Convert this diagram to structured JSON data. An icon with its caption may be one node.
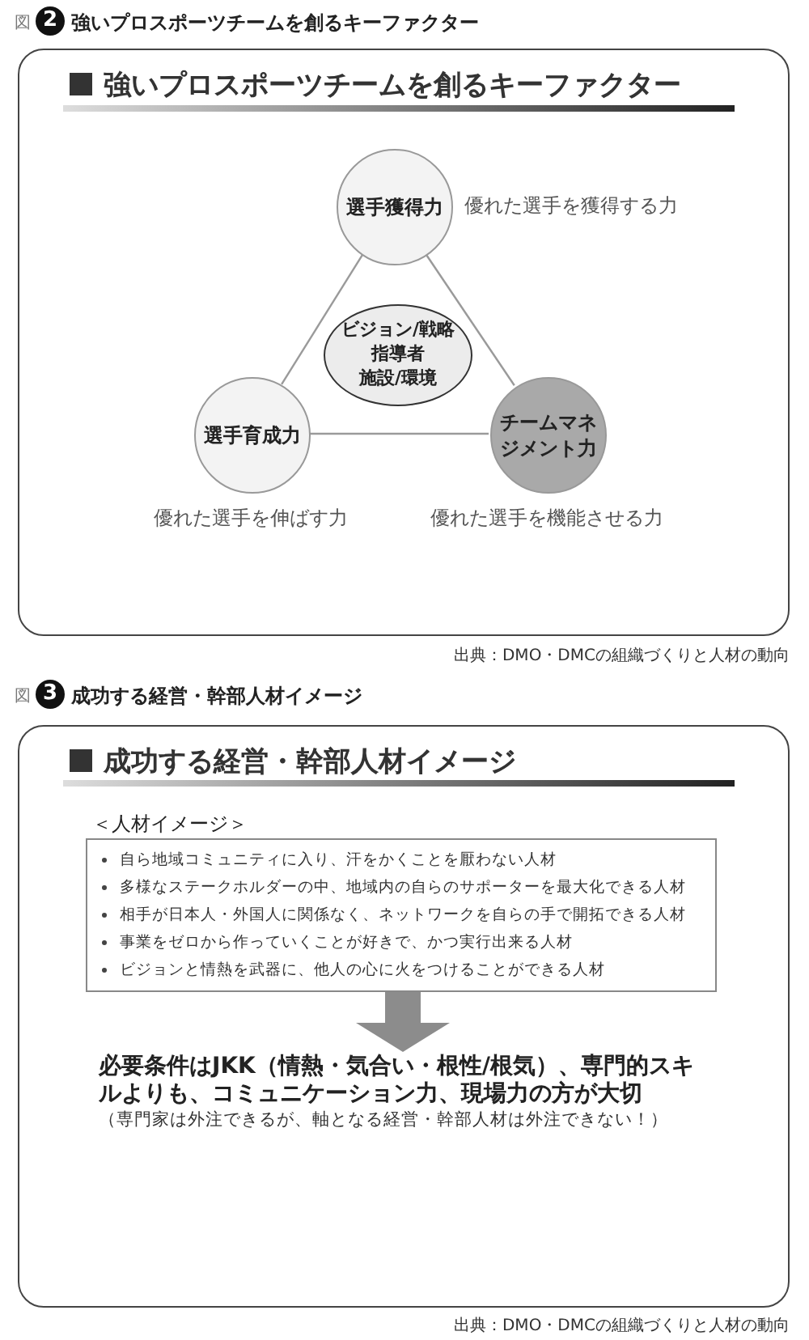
{
  "diagram": {
    "nodes": [
      {
        "text": [
          "強いプロスポーツチームを創るキーファクター"
        ]
      },
      {
        "text": [
          "選手獲得力"
        ],
        "in": 0,
        "beside": [
          "優れた選手を獲得する力"
        ]
      },
      {
        "text": [
          "ビジョン/戦略",
          "指導者",
          "施設/環境"
        ],
        "in": 0
      },
      {
        "text": [
          "選手育成力"
        ],
        "in": 0,
        "beside": [
          "優れた選手を伸ばす力"
        ]
      },
      {
        "text": [
          "チームマネジメント力"
        ],
        "in": 0,
        "beside": [
          "優れた選手を機能させる力"
        ]
      },
      {
        "text": [
          "成功する経営・幹部人材イメージ"
        ]
      },
      {
        "text": [
          "＜人材イメージ＞",
          "自ら地域コミュニティに入り、汗をかくことを厭わない人材",
          "多様なステークホルダーの中、地域内の自らのサポーターを最大化できる人材",
          "相手が日本人・外国人に関係なく、ネットワークを自らの手で開拓できる人材",
          "事業をゼロから作っていくことが好きで、かつ実行出来る人材",
          "ビジョンと情熱を武器に、他人の心に火をつけることができる人材"
        ],
        "in": 5
      },
      {
        "text": [
          "必要条件はJKK（情熱・気合い・根性/根気）、専門的スキルよりも、コミュニケーション力、現場力の方が大切",
          "（専門家は外注できるが、軸となる経営・幹部人材は外注できない！）"
        ],
        "in": 5
      }
    ],
    "edges": [
      {
        "from": 1,
        "to": 3,
        "arrow": "none"
      },
      {
        "from": 1,
        "to": 4,
        "arrow": "none"
      },
      {
        "from": 3,
        "to": 4,
        "arrow": "none"
      },
      {
        "from": 6,
        "to": 7,
        "arrow": "to",
        "style": "thick",
        "color": "#8c8c8c"
      }
    ],
    "labels": [
      "図",
      "2",
      "強いプロスポーツチームを創るキーファクター",
      "出典：DMO・DMCの組織づくりと人材の動向",
      "図",
      "3",
      "成功する経営・幹部人材イメージ",
      "出典：DMO・DMCの組織づくりと人材の動向"
    ]
  }
}
